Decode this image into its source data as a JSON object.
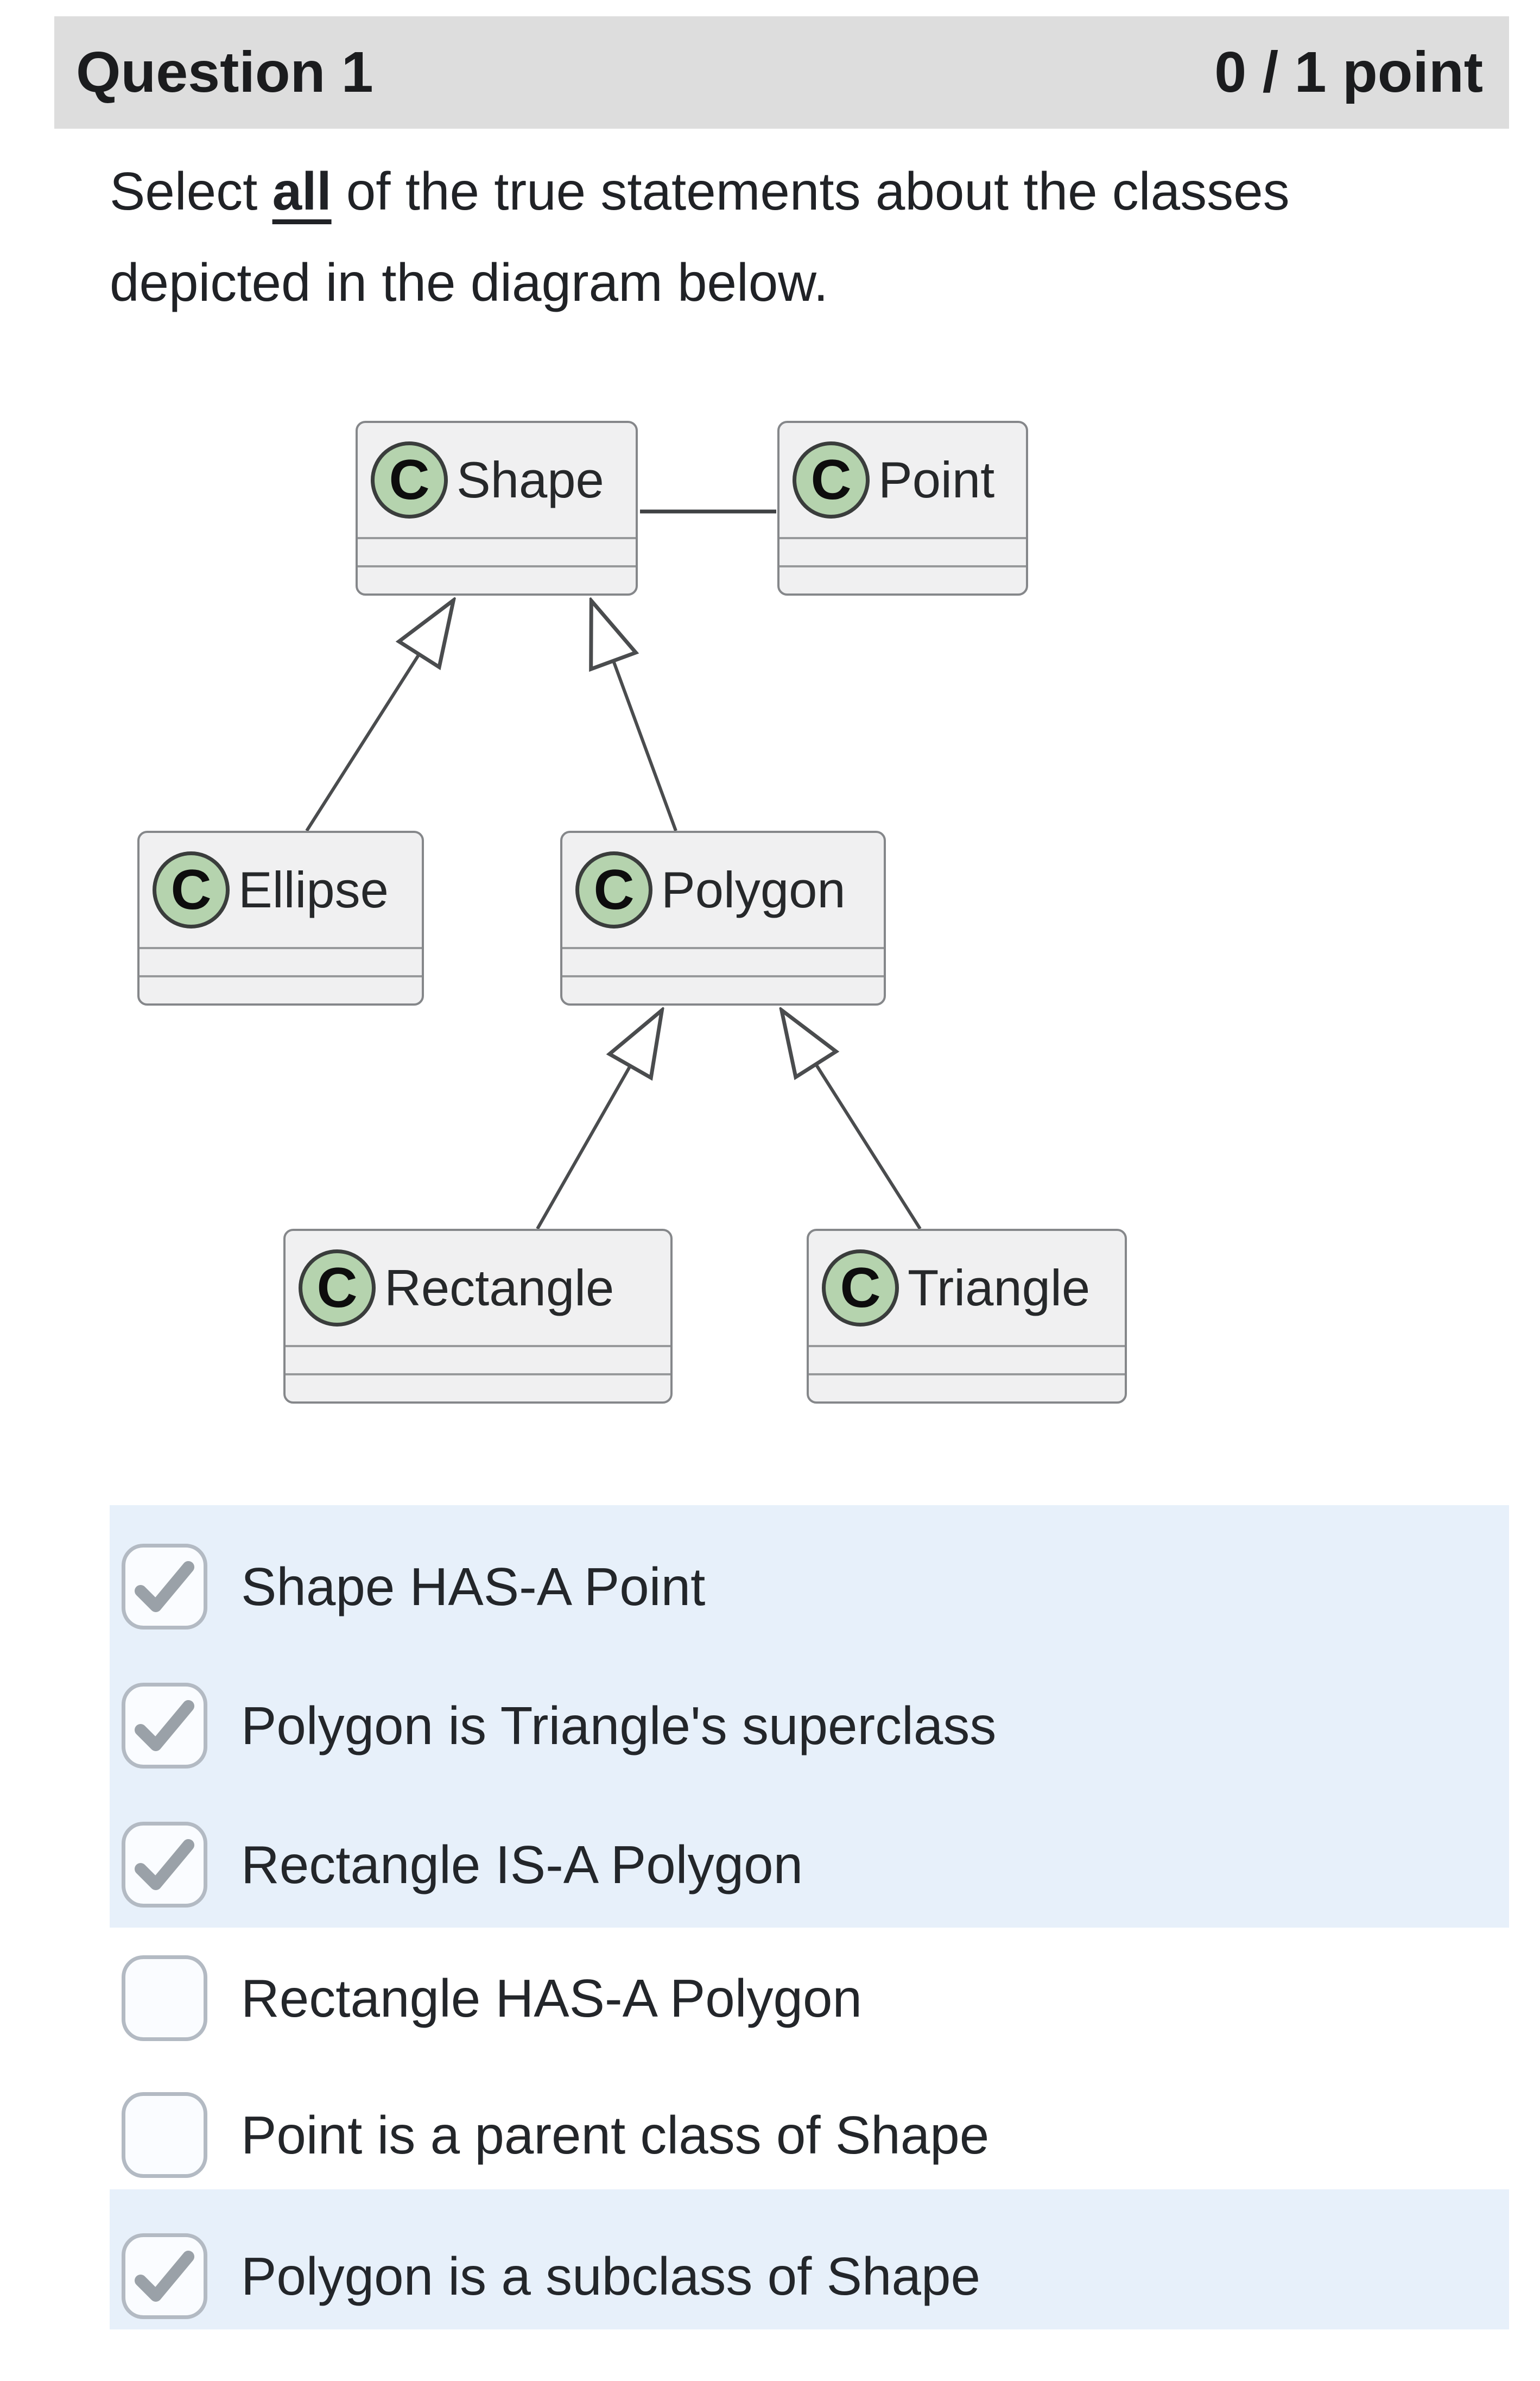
{
  "header": {
    "title": "Question 1",
    "score": "0 / 1 point"
  },
  "question": {
    "text_before": "Select ",
    "emphasis": "all",
    "text_after": " of the true statements about the classes depicted in the diagram below."
  },
  "diagram": {
    "badge_letter": "C",
    "classes": [
      {
        "name": "Shape"
      },
      {
        "name": "Point"
      },
      {
        "name": "Ellipse"
      },
      {
        "name": "Polygon"
      },
      {
        "name": "Rectangle"
      },
      {
        "name": "Triangle"
      }
    ],
    "relations": [
      {
        "type": "association",
        "from": "Shape",
        "to": "Point"
      },
      {
        "type": "generalization",
        "from": "Ellipse",
        "to": "Shape"
      },
      {
        "type": "generalization",
        "from": "Polygon",
        "to": "Shape"
      },
      {
        "type": "generalization",
        "from": "Rectangle",
        "to": "Polygon"
      },
      {
        "type": "generalization",
        "from": "Triangle",
        "to": "Polygon"
      }
    ]
  },
  "options": [
    {
      "label": "Shape HAS-A Point",
      "checked": true,
      "highlighted": true
    },
    {
      "label": "Polygon is Triangle's superclass",
      "checked": true,
      "highlighted": true
    },
    {
      "label": "Rectangle IS-A Polygon",
      "checked": true,
      "highlighted": true
    },
    {
      "label": "Rectangle HAS-A Polygon",
      "checked": false,
      "highlighted": false
    },
    {
      "label": "Point is a parent class of Shape",
      "checked": false,
      "highlighted": false
    },
    {
      "label": "Polygon is a subclass of Shape",
      "checked": true,
      "highlighted": true
    }
  ],
  "colors": {
    "header_bg": "#dddddd",
    "highlight_bg": "#e7f0fa",
    "class_box_bg": "#f0f0f1",
    "badge_green": "#b5d3ae",
    "check_gray": "#9aa1a8",
    "line_gray": "#4a4c4e"
  }
}
